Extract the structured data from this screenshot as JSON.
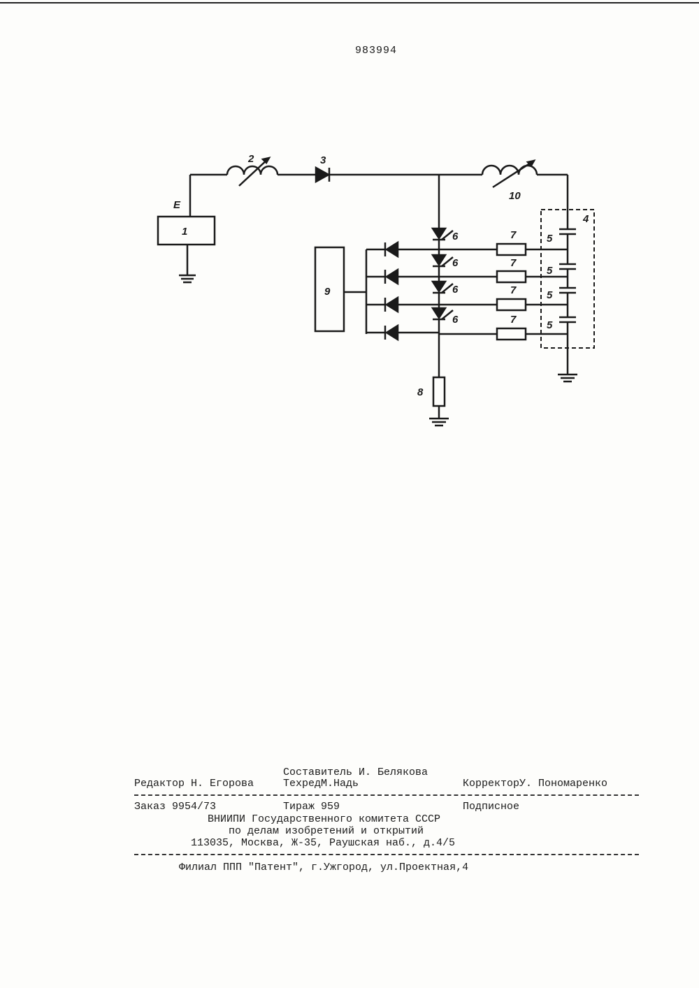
{
  "document": {
    "number": "983994"
  },
  "diagram": {
    "labels": {
      "source": "1",
      "source_terminal": "E",
      "inductor_in": "2",
      "diode_main": "3",
      "capacitor_block": "4",
      "capacitor": "5",
      "thyristor": "6",
      "resistor": "7",
      "load_resistor": "8",
      "control_unit": "9",
      "inductor_out": "10"
    }
  },
  "imprint": {
    "compiler": "Составитель И. Белякова",
    "editor": "Редактор Н. Егорова",
    "techred": "ТехредМ.Надь",
    "corrector": "КорректорУ. Пономаренко",
    "order": "Заказ 9954/73",
    "circulation": "Тираж 959",
    "subscription": "Подписное",
    "org_line1": "ВНИИПИ Государственного комитета СССР",
    "org_line2": "по делам изобретений и открытий",
    "org_address": "113035, Москва, Ж-35, Раушская наб., д.4/5",
    "branch": "Филиал ППП \"Патент\", г.Ужгород, ул.Проектная,4"
  }
}
